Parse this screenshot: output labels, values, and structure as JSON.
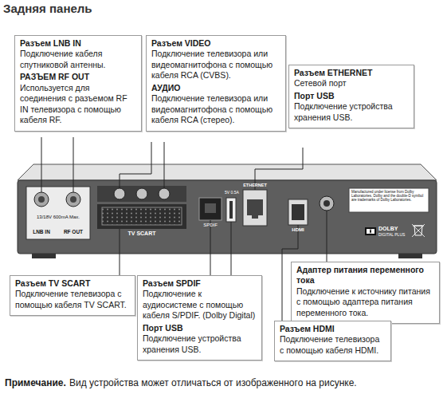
{
  "diagram": {
    "title": "Задняя панель",
    "nodes": [
      {
        "text": [
          "Разъем LNB IN",
          "Подключение кабеля спутниковой антенны.",
          "РАЗЪЕМ RF OUT",
          "Используется для соединения с разъемом RF IN телевизора с помощью кабеля RF."
        ]
      },
      {
        "text": [
          "Разъем VIDEO",
          "Подключение телевизора или видеомагнитофона с помощью кабеля RCA (CVBS).",
          "АУДИО",
          "Подключение телевизора или видеомагнитофона с помощью кабеля RCA (стерео)."
        ]
      },
      {
        "text": [
          "Разъем ETHERNET",
          "Сетевой порт",
          "Порт USB",
          "Подключение устройства хранения USB."
        ]
      },
      {
        "text": [
          "Разъем TV SCART",
          "Подключение телевизора с помощью кабеля TV SCART."
        ]
      },
      {
        "text": [
          "Разъем SPDIF",
          "Подключение к аудиосистеме с помощью кабеля S/PDIF. (Dolby Digital)",
          "Порт USB",
          "Подключение устройства хранения USB."
        ]
      },
      {
        "text": [
          "Адаптер питания переменного тока",
          "Подключение к источнику питания с помощью адаптера питания переменного тока."
        ]
      },
      {
        "text": [
          "Разъем HDMI",
          "Подключение телевизора с помощью кабеля HDMI."
        ]
      }
    ],
    "labels": [
      "13/18V 600mA Max.",
      "LNB IN",
      "RF OUT",
      "TV SCART",
      "SPDIF",
      "5V 0.5A",
      "ETHERNET",
      "HDMI",
      "Manufactured under license from Dolby Laboratories. Dolby and the double-D symbol are trademarks of Dolby Laboratories.",
      "DOLBY",
      "DIGITAL PLUS",
      "Примечание.",
      "Вид устройства может отличаться от изображенного на рисунке."
    ]
  }
}
